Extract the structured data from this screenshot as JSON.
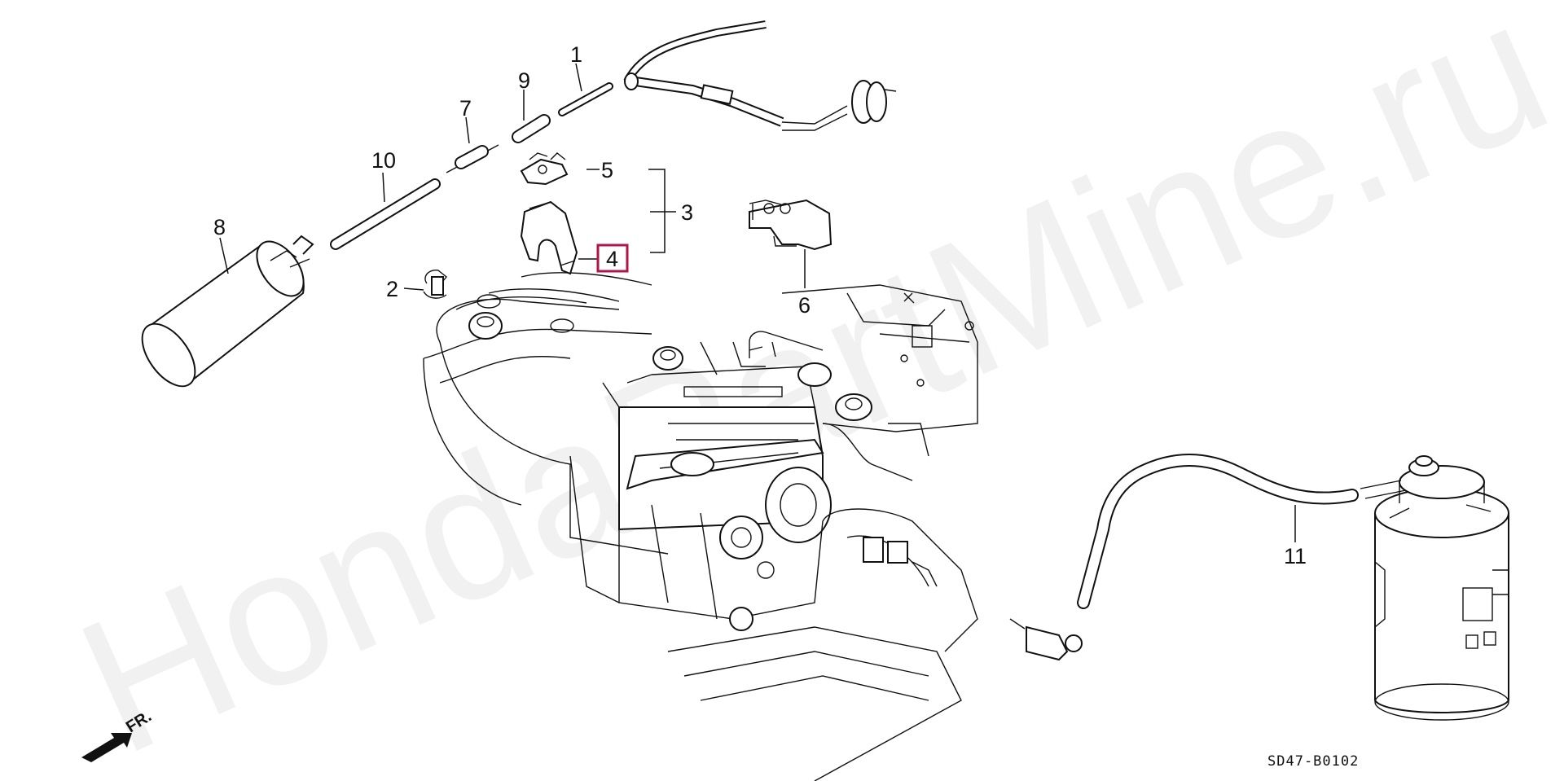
{
  "watermark": "HondaPartMine.ru",
  "diagram_code": "SD47-B0102",
  "direction_label": "FR.",
  "callouts": [
    "1",
    "2",
    "3",
    "4",
    "5",
    "6",
    "7",
    "8",
    "9",
    "10",
    "11"
  ],
  "highlighted_callout": "4",
  "colors": {
    "line": "#111111",
    "highlight": "#b0164a",
    "watermark": "#f1f1f1",
    "background": "#ffffff"
  }
}
